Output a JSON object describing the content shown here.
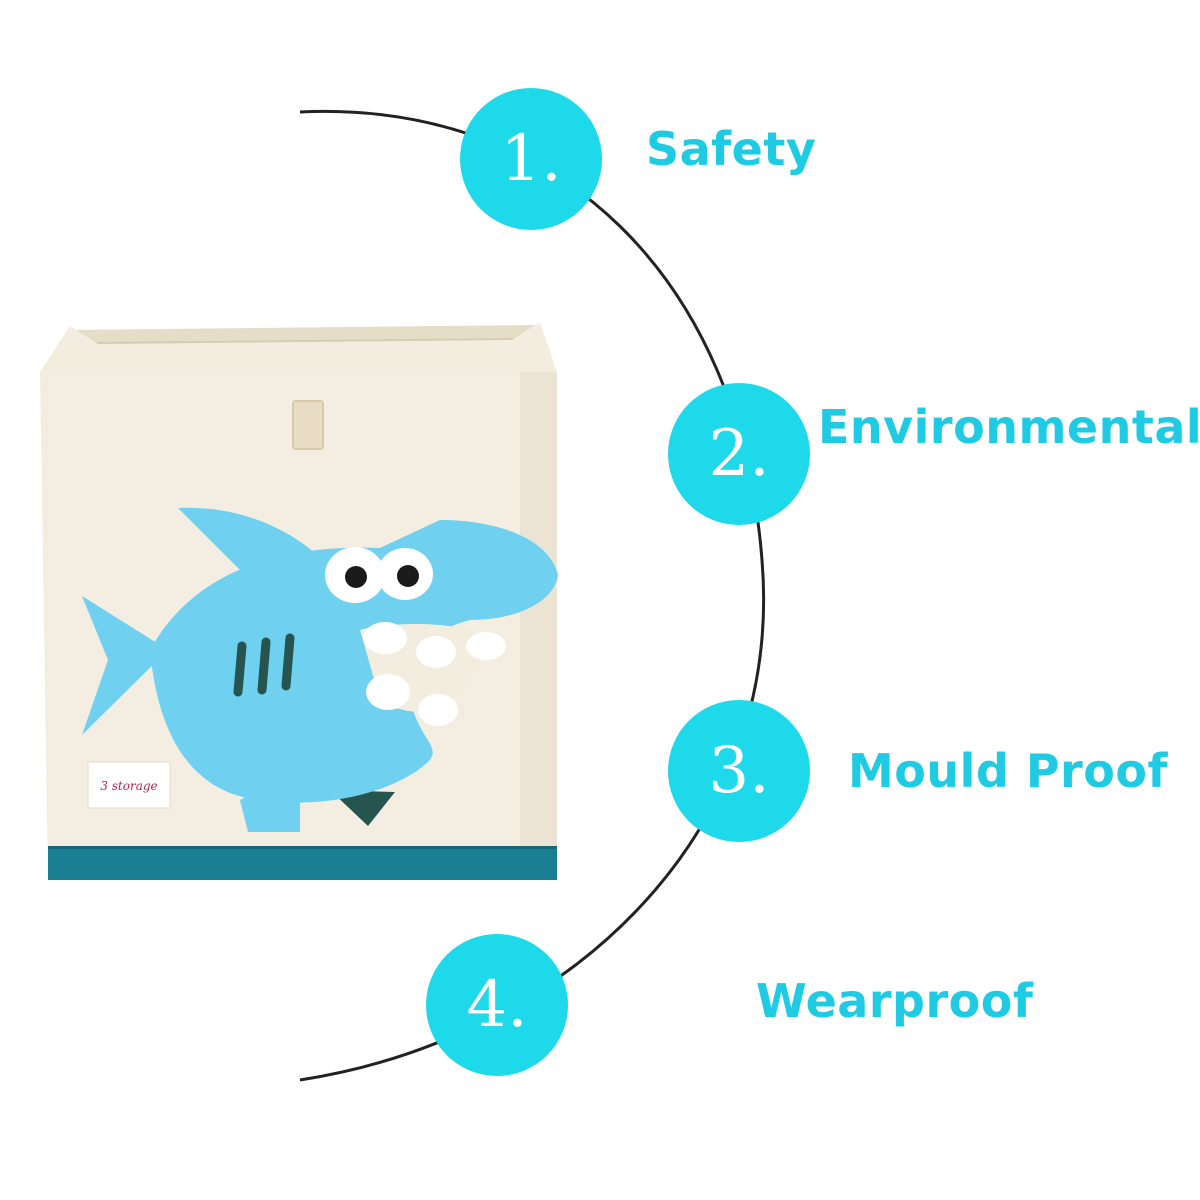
{
  "features": [
    {
      "number": "1.",
      "label": "Safety"
    },
    {
      "number": "2.",
      "label": "Environmental"
    },
    {
      "number": "3.",
      "label": "Mould Proof"
    },
    {
      "number": "4.",
      "label": "Wearproof"
    }
  ],
  "product": {
    "brand_tag": "3 storage",
    "illustration": "shark-icon"
  },
  "colors": {
    "badge": "#1dd9ea",
    "label": "#1fcbe3",
    "box": "#f3ede0",
    "band": "#197f93",
    "shark": "#6fd0ef",
    "arc": "#222222"
  }
}
